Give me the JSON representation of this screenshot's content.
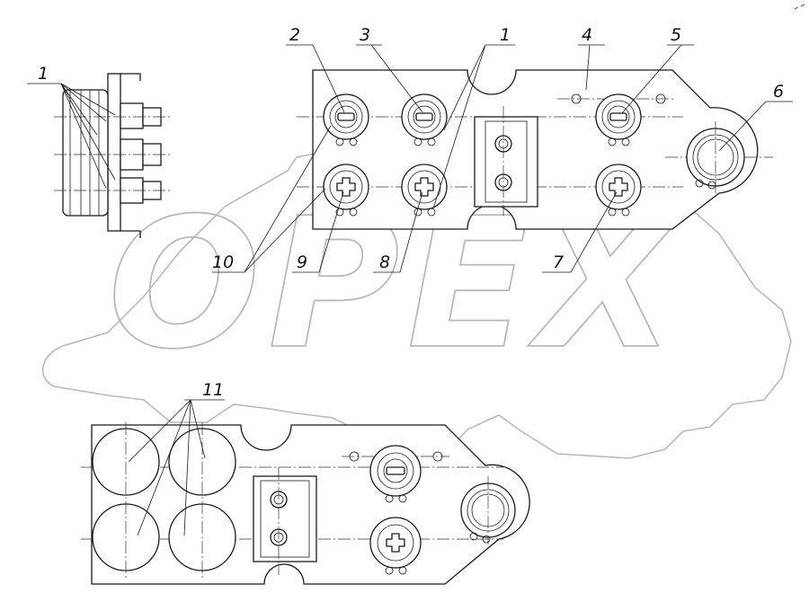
{
  "watermark": {
    "text": "OPEX"
  },
  "callouts": {
    "c1_left": "1",
    "c1_top": "1",
    "c2": "2",
    "c3": "3",
    "c4": "4",
    "c5": "5",
    "c6": "6",
    "c7": "7",
    "c8": "8",
    "c9": "9",
    "c10": "10",
    "c11": "11"
  },
  "colors": {
    "line": "#1a1a1a",
    "watermark": "#b9b9b9",
    "corner_mark": "#3b5bd6"
  }
}
